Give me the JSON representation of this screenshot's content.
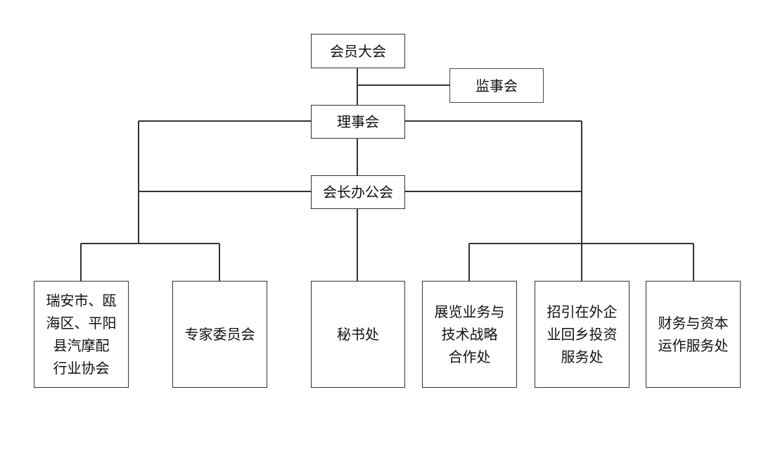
{
  "nodes": {
    "assembly": "会员大会",
    "supervisory": "监事会",
    "council": "理事会",
    "presidents_office": "会长办公会",
    "local_assoc": [
      "瑞安市、瓯",
      "海区、平阳",
      "县汽摩配",
      "行业协会"
    ],
    "experts": "专家委员会",
    "secretariat": "秘书处",
    "exhibition": [
      "展览业务与",
      "技术战略",
      "合作处"
    ],
    "investment": [
      "招引在外企",
      "业回乡投资",
      "服务处"
    ],
    "finance": [
      "财务与资本",
      "运作服务处"
    ]
  },
  "colors": {
    "line": "#333333",
    "border": "#333333"
  }
}
